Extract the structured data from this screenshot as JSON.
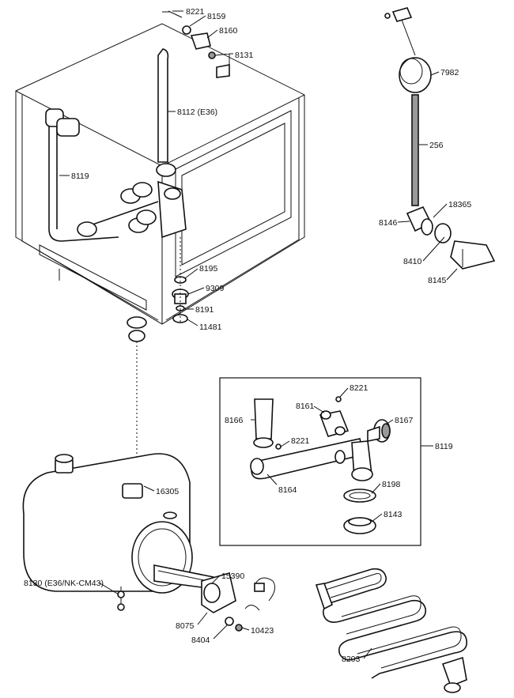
{
  "callouts": {
    "c8221_top": "8221",
    "c8159": "8159",
    "c8160": "8160",
    "c8131": "8131",
    "c8112": "8112 (E36)",
    "c8119_left": "8119",
    "c8195": "8195",
    "c9309": "9309",
    "c8191": "8191",
    "c11481": "11481",
    "c7982": "7982",
    "c256": "256",
    "c18365": "18365",
    "c8146": "8146",
    "c8410": "8410",
    "c8145": "8145",
    "c8221_box_top": "8221",
    "c8166": "8166",
    "c8161": "8161",
    "c8167": "8167",
    "c8119_box": "8119",
    "c8221_box_mid": "8221",
    "c8164": "8164",
    "c8198": "8198",
    "c8143": "8143",
    "c16305": "16305",
    "c15390": "15390",
    "c8130": "8130 (E36/NK-CM43)",
    "c8075": "8075",
    "c8404": "8404",
    "c10423": "10423",
    "c8203": "8203"
  }
}
